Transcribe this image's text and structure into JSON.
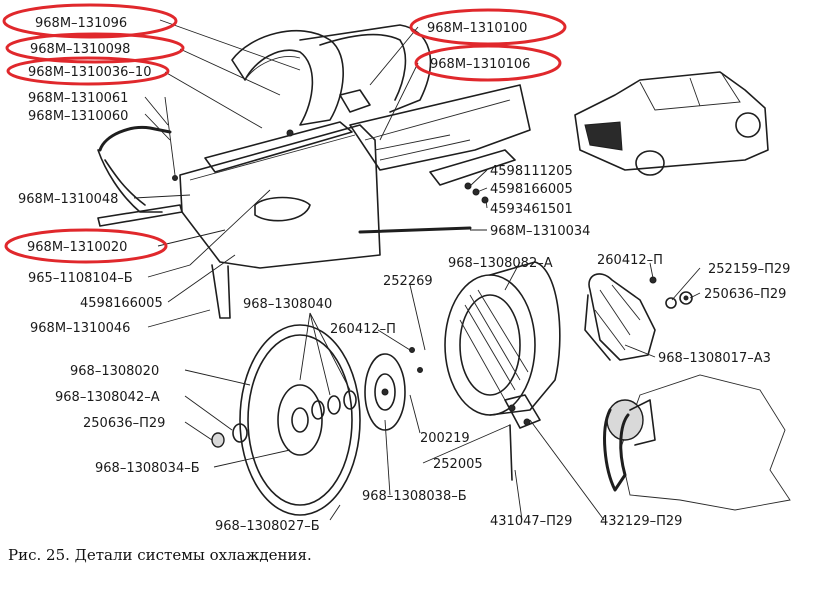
{
  "highlight_color": "#e0282c",
  "ink_color": "#1e1e1e",
  "caption": "Рис. 25. Детали системы охлаждения.",
  "labels": {
    "p968m_1310096": "968M–131096",
    "p968m_1310098": "968M–1310098",
    "p968m_1310036_10": "968M–1310036–10",
    "p968m_1310061": "968M–1310061",
    "p968m_1310060": "968M–1310060",
    "p968m_1310048": "968M–1310048",
    "p968m_1310020": "968M–1310020",
    "p965_1108104_b": "965–1108104–Б",
    "p4598166005_left": "4598166005",
    "p968m_1310046": "968M–1310046",
    "p968m_1310100": "968M–1310100",
    "p968m_1310106": "968M–1310106",
    "p4598111205": "4598111205",
    "p4598166005_right": "4598166005",
    "p4593461501": "4593461501",
    "p968m_1310034": "968M–1310034",
    "p968_1308082_a": "968–1308082–А",
    "p260412_p_top": "260412–П",
    "p252159_p29": "252159–П29",
    "p250636_p29_right": "250636–П29",
    "p252269": "252269",
    "p968_1308040": "968–1308040",
    "p260412_p_mid": "260412–П",
    "p968_1308017_a3": "968–1308017–А3",
    "p968_1308020": "968–1308020",
    "p968_1308042_a": "968–1308042–А",
    "p250636_p29_left": "250636–П29",
    "p200219": "200219",
    "p968_1308034_b": "968–1308034–Б",
    "p252005": "252005",
    "p968_1308038_b": "968–1308038–Б",
    "p968_1308027_b": "968–1308027–Б",
    "p431047_p29": "431047–П29",
    "p432129_p29": "432129–П29"
  }
}
